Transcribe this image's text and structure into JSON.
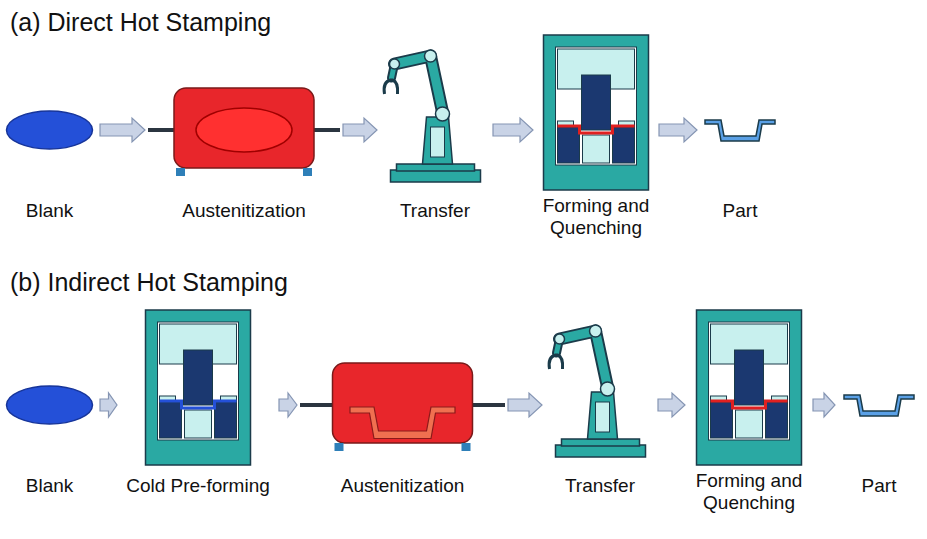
{
  "diagram": {
    "nodes": [
      {
        "text": [
          "Blank"
        ]
      },
      {
        "text": [
          "Austenitization"
        ]
      },
      {
        "text": [
          "Transfer"
        ]
      },
      {
        "text": [
          "Forming and Quenching"
        ]
      },
      {
        "text": [
          "Part"
        ]
      },
      {
        "text": [
          "Blank"
        ]
      },
      {
        "text": [
          "Cold Pre-forming"
        ]
      },
      {
        "text": [
          "Austenitization"
        ]
      },
      {
        "text": [
          "Transfer"
        ]
      },
      {
        "text": [
          "Forming and Quenching"
        ]
      },
      {
        "text": [
          "Part"
        ]
      }
    ],
    "edges": [
      {
        "from": 0,
        "to": 1,
        "arrow": "to"
      },
      {
        "from": 1,
        "to": 2,
        "arrow": "to"
      },
      {
        "from": 2,
        "to": 3,
        "arrow": "to"
      },
      {
        "from": 3,
        "to": 4,
        "arrow": "to"
      },
      {
        "from": 5,
        "to": 6,
        "arrow": "to"
      },
      {
        "from": 6,
        "to": 7,
        "arrow": "to"
      },
      {
        "from": 7,
        "to": 8,
        "arrow": "to"
      },
      {
        "from": 8,
        "to": 9,
        "arrow": "to"
      },
      {
        "from": 9,
        "to": 10,
        "arrow": "to"
      }
    ],
    "labels": [
      "(a) Direct Hot Stamping",
      "(b) Indirect Hot Stamping"
    ]
  }
}
